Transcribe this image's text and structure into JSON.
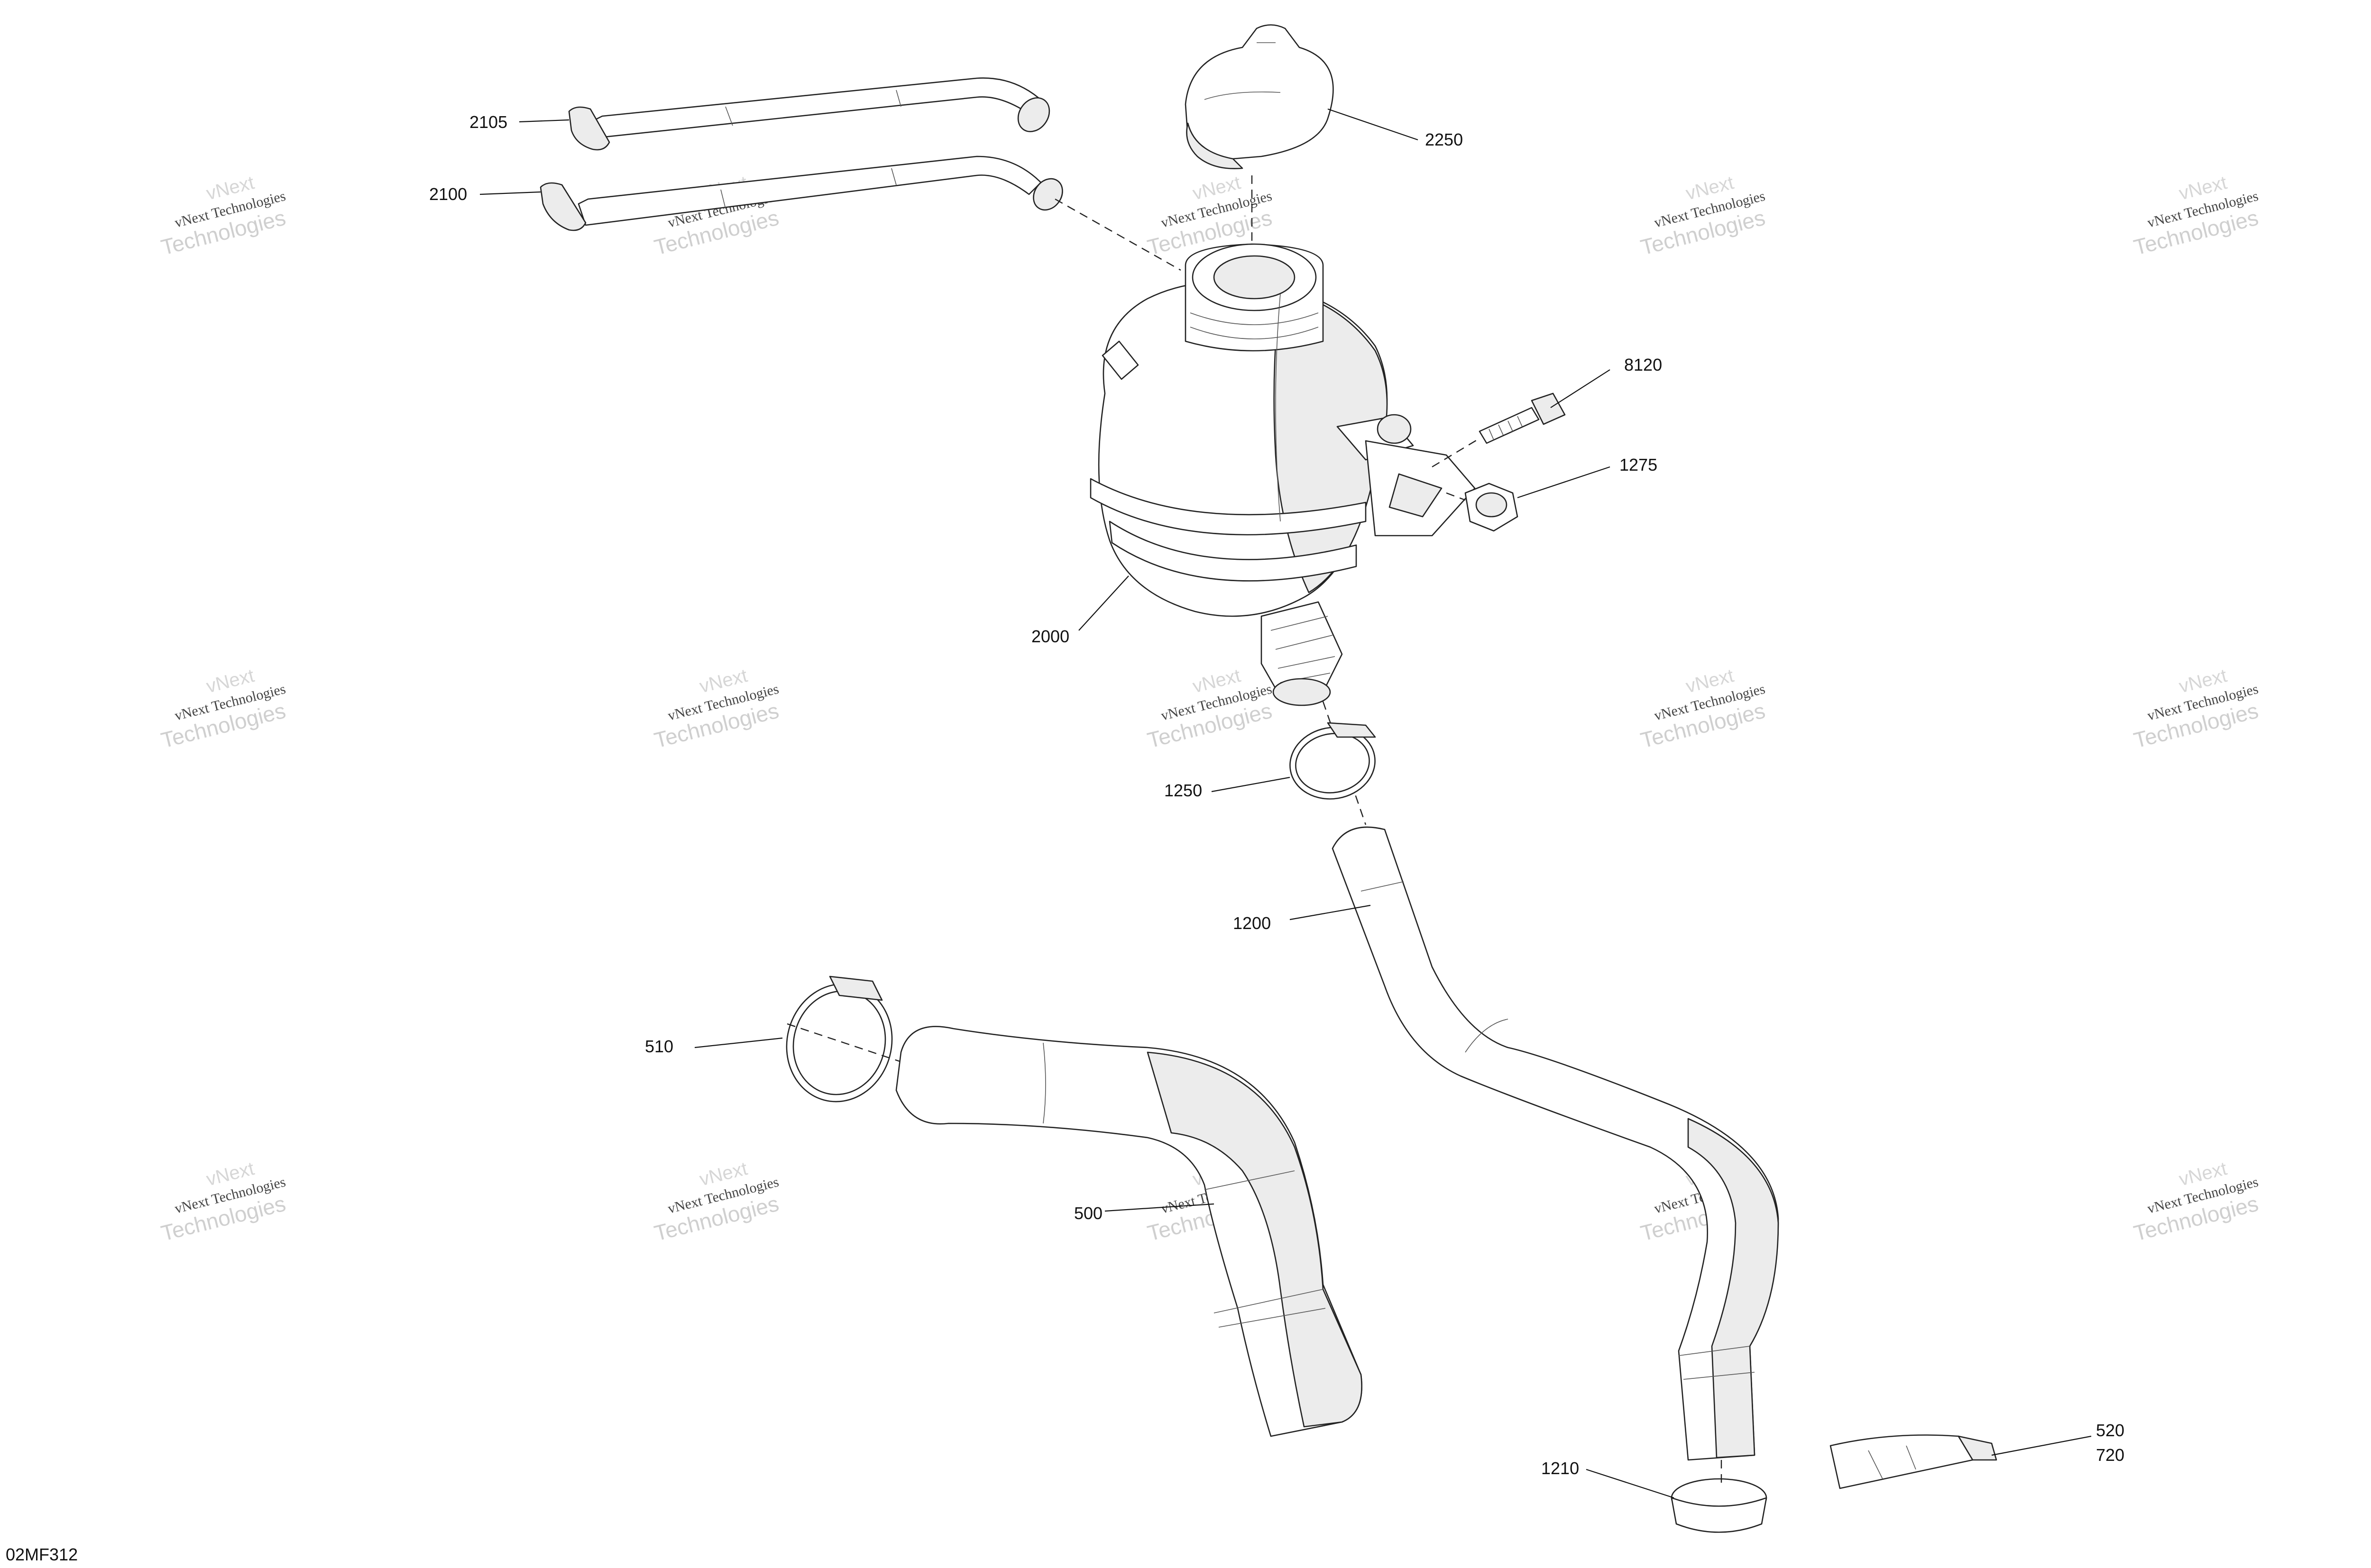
{
  "diagram": {
    "figure_code": "02MF312",
    "watermark": {
      "line1": "vNext Technologies",
      "line2": "Technologies",
      "line3": "vNext"
    },
    "callouts": {
      "c2105": "2105",
      "c2100": "2100",
      "c2250": "2250",
      "c8120": "8120",
      "c1275": "1275",
      "c2000": "2000",
      "c1250": "1250",
      "c1200": "1200",
      "c510": "510",
      "c500": "500",
      "c520": "520",
      "c720": "720",
      "c1210": "1210"
    }
  }
}
